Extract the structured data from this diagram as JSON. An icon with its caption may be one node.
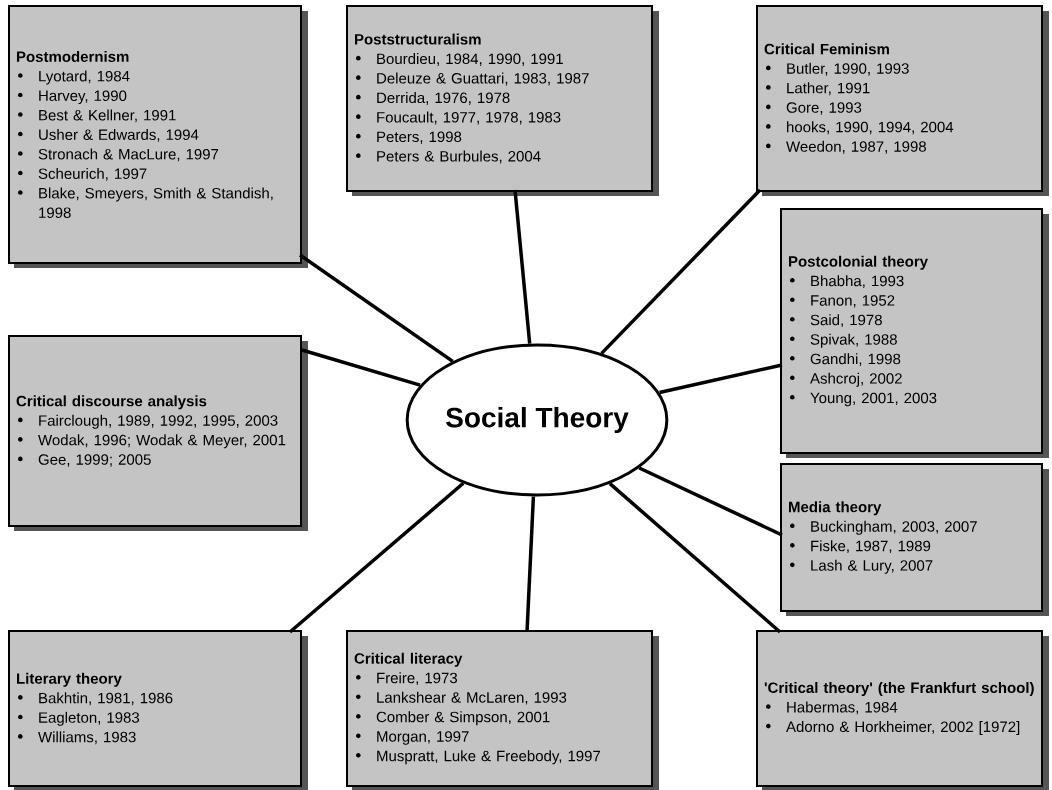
{
  "diagram": {
    "nodes": [
      {
        "text": [
          "Postmodernism",
          "Lyotard, 1984",
          "Harvey, 1990",
          "Best & Kellner, 1991",
          "Usher & Edwards, 1994",
          "Stronach & MacLure, 1997",
          "Scheurich, 1997",
          "Blake, Smeyers, Smith & Standish, 1998"
        ]
      },
      {
        "text": [
          "Poststructuralism",
          "Bourdieu, 1984, 1990, 1991",
          "Deleuze & Guattari, 1983, 1987",
          "Derrida, 1976, 1978",
          "Foucault, 1977, 1978, 1983",
          "Peters, 1998",
          "Peters & Burbules, 2004"
        ]
      },
      {
        "text": [
          "Critical Feminism",
          "Butler, 1990, 1993",
          "Lather, 1991",
          "Gore, 1993",
          "hooks, 1990, 1994, 2004",
          "Weedon, 1987, 1998"
        ]
      },
      {
        "text": [
          "Postcolonial theory",
          "Bhabha, 1993",
          "Fanon, 1952",
          "Said, 1978",
          "Spivak, 1988",
          "Gandhi, 1998",
          "Ashcroj, 2002",
          "Young, 2001, 2003"
        ]
      },
      {
        "text": [
          "Critical discourse analysis",
          "Fairclough, 1989, 1992, 1995, 2003",
          "Wodak, 1996; Wodak & Meyer, 2001",
          "Gee, 1999; 2005"
        ]
      },
      {
        "text": [
          "Social Theory"
        ]
      },
      {
        "text": [
          "Media theory",
          "Buckingham, 2003, 2007",
          "Fiske, 1987, 1989",
          "Lash & Lury, 2007"
        ]
      },
      {
        "text": [
          "Literary theory",
          "Bakhtin, 1981, 1986",
          "Eagleton, 1983",
          "Williams, 1983"
        ]
      },
      {
        "text": [
          "Critical literacy",
          "Freire, 1973",
          "Lankshear & McLaren, 1993",
          "Comber & Simpson, 2001",
          "Morgan, 1997",
          "Muspratt, Luke & Freebody, 1997"
        ]
      },
      {
        "text": [
          "'Critical theory' (the Frankfurt school)",
          "Habermas, 1984",
          "Adorno & Horkheimer, 2002 [1972]"
        ]
      }
    ],
    "edges": [
      {
        "from": 5,
        "to": 0,
        "arrow": "none"
      },
      {
        "from": 5,
        "to": 1,
        "arrow": "none"
      },
      {
        "from": 5,
        "to": 2,
        "arrow": "none"
      },
      {
        "from": 5,
        "to": 3,
        "arrow": "none"
      },
      {
        "from": 5,
        "to": 4,
        "arrow": "none"
      },
      {
        "from": 5,
        "to": 6,
        "arrow": "none"
      },
      {
        "from": 5,
        "to": 7,
        "arrow": "none"
      },
      {
        "from": 5,
        "to": 8,
        "arrow": "none"
      },
      {
        "from": 5,
        "to": 9,
        "arrow": "none"
      }
    ]
  }
}
